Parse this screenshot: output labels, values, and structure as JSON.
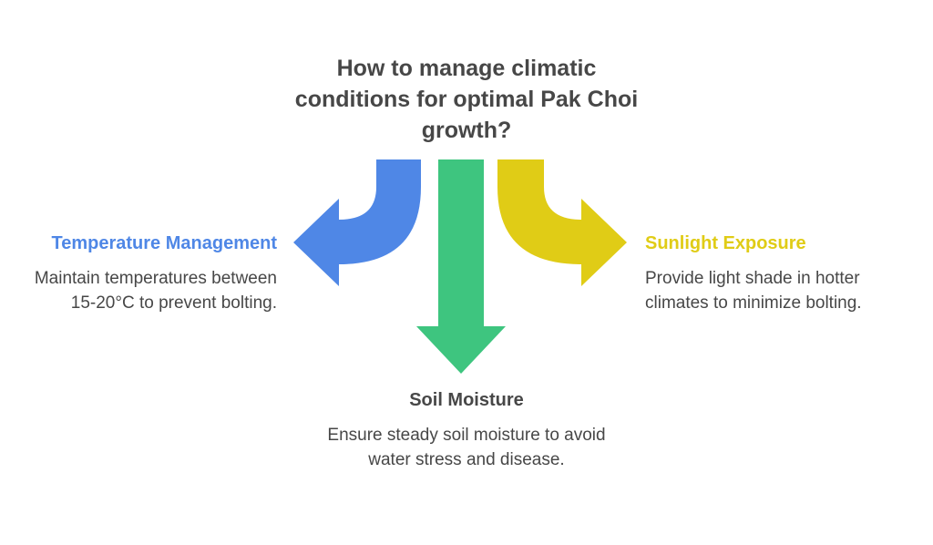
{
  "title": "How to manage climatic conditions for optimal Pak Choi growth?",
  "colors": {
    "temperature": "#4f87e6",
    "soil": "#3ec57f",
    "sunlight": "#e0cc16",
    "text": "#474747"
  },
  "branches": {
    "temperature": {
      "heading": "Temperature Management",
      "description": "Maintain temperatures between 15-20°C to prevent bolting.",
      "icon": "curved-arrow-left-icon"
    },
    "soil": {
      "heading": "Soil Moisture",
      "description": "Ensure steady soil moisture to avoid water stress and disease.",
      "icon": "arrow-down-icon"
    },
    "sunlight": {
      "heading": "Sunlight Exposure",
      "description": "Provide light shade in hotter climates to minimize bolting.",
      "icon": "curved-arrow-right-icon"
    }
  }
}
